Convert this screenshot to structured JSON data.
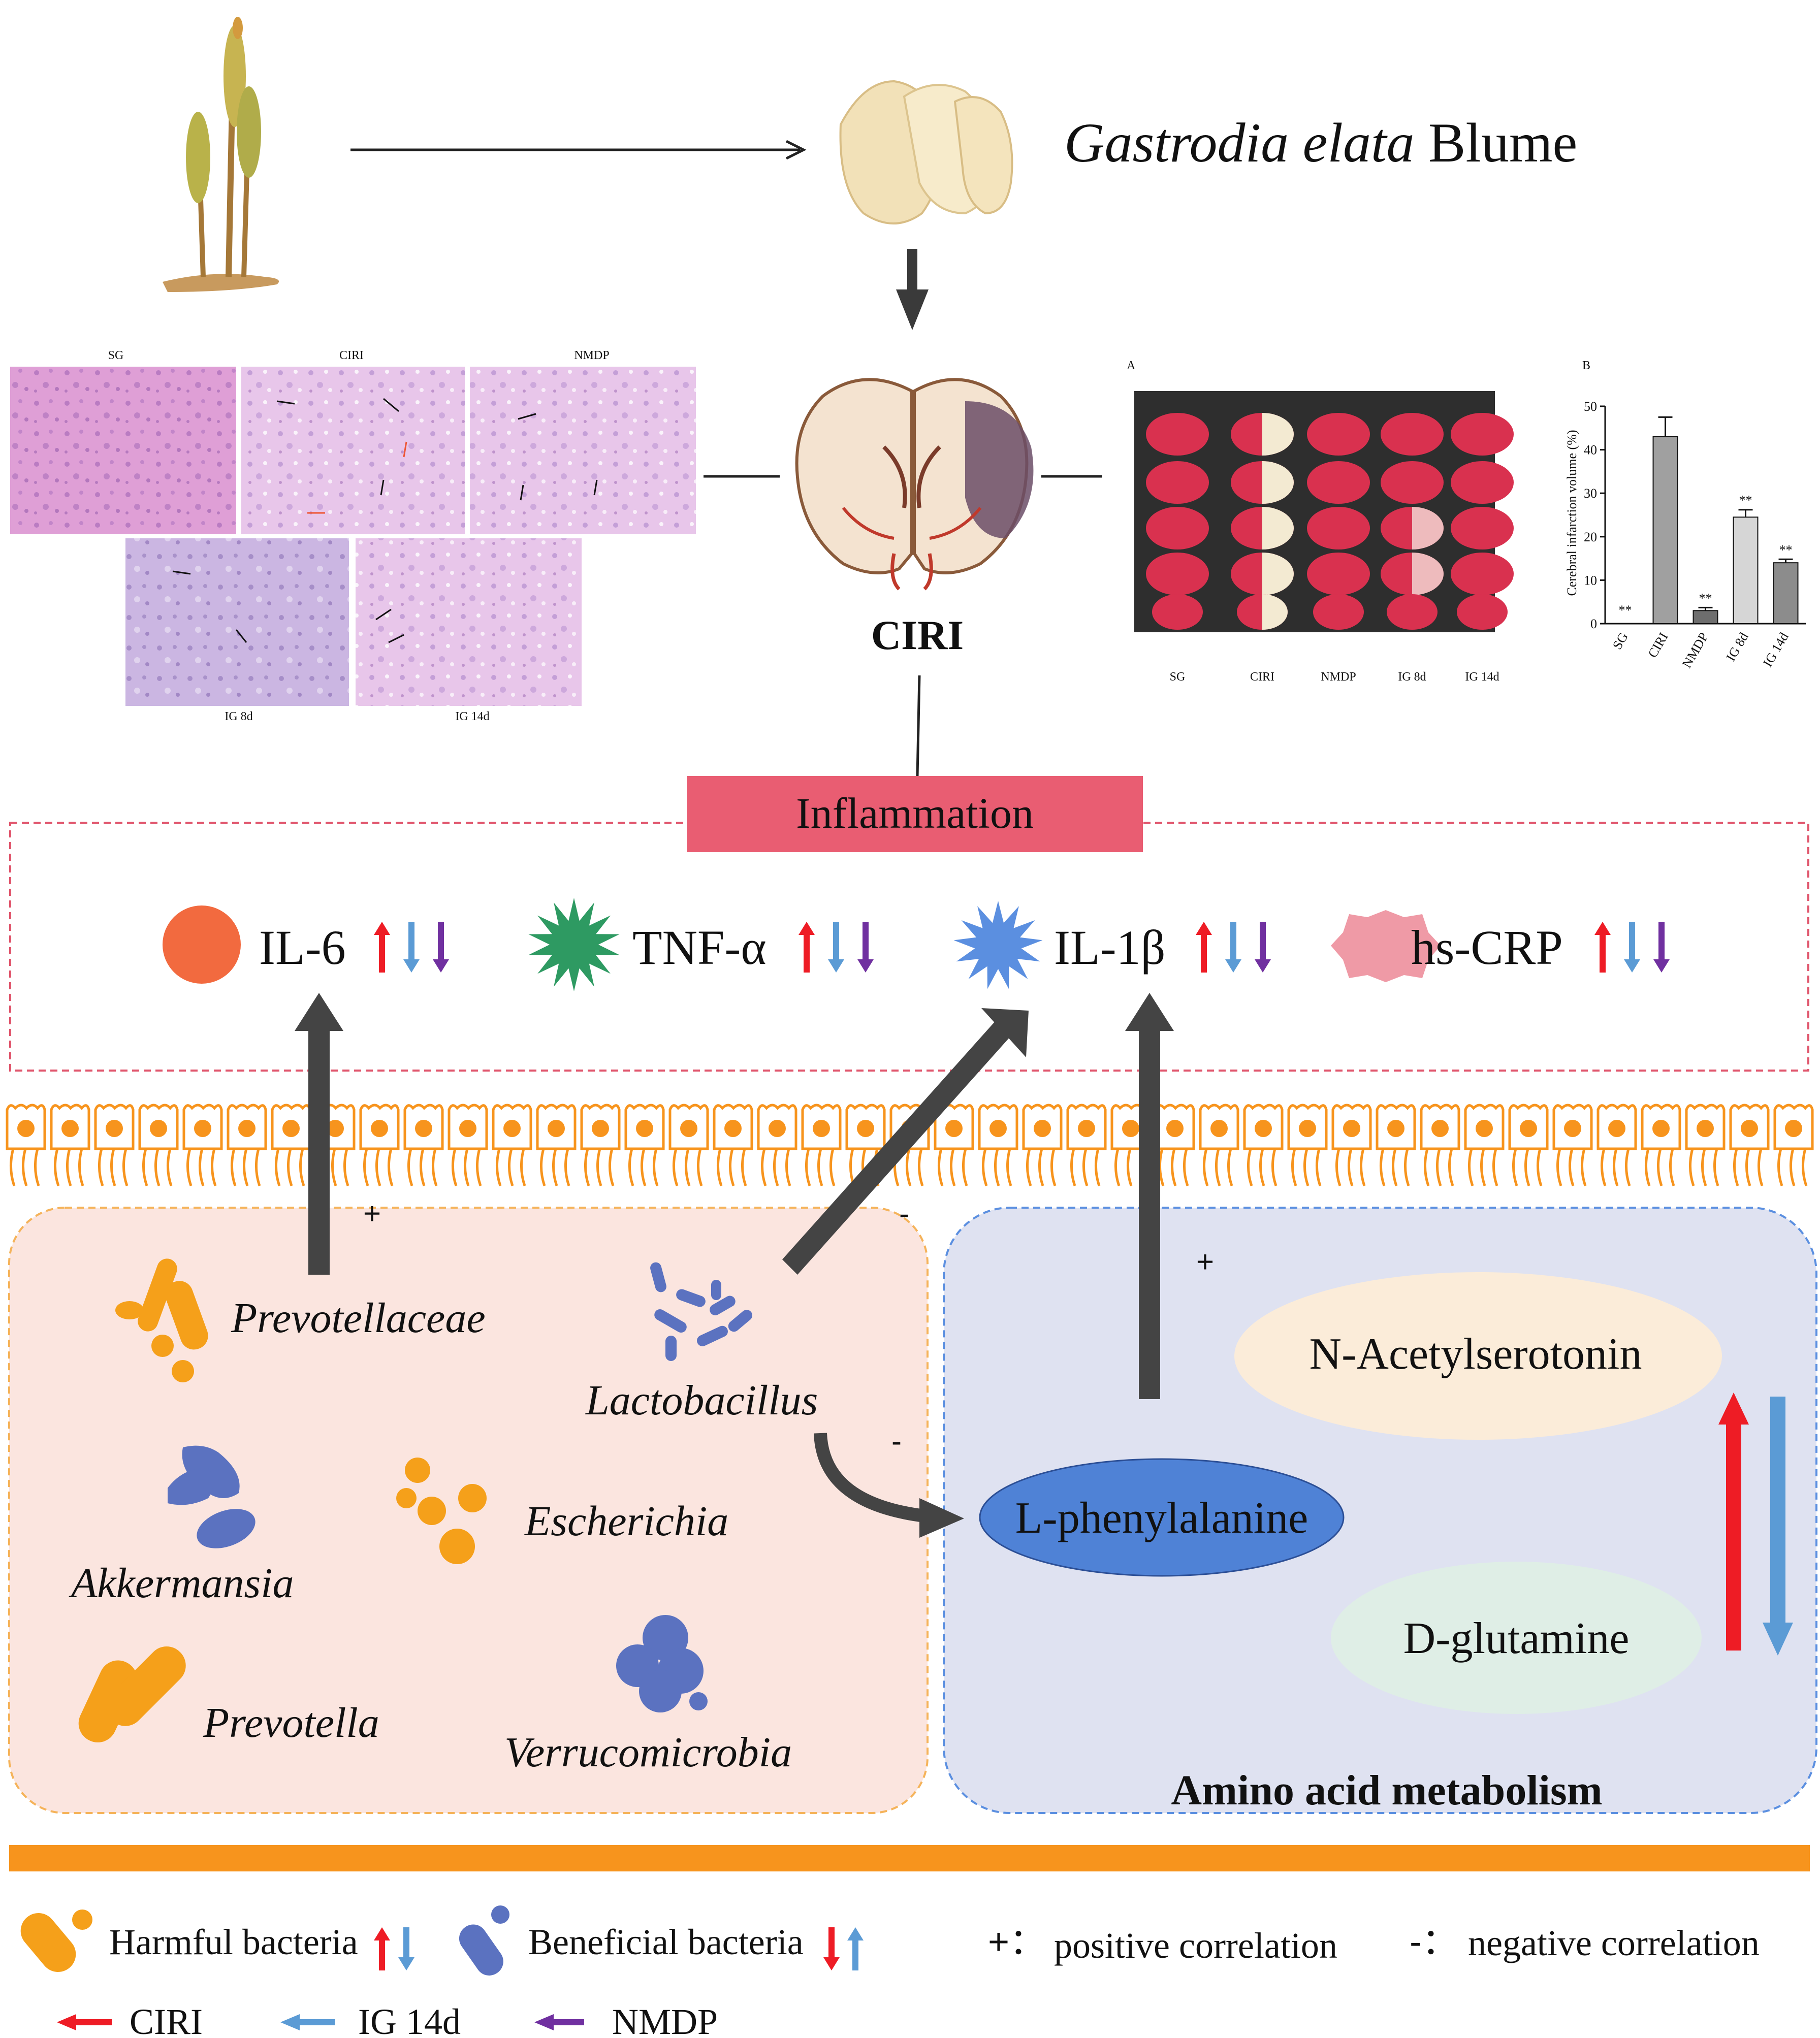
{
  "title": {
    "italic": "Gastrodia elata",
    "plain": " Blume"
  },
  "he_panels": {
    "labels": [
      "SG",
      "CIRI",
      "NMDP",
      "IG 8d",
      "IG 14d"
    ]
  },
  "brain": {
    "label": "CIRI"
  },
  "ttc": {
    "panel_label": "A",
    "group_labels": [
      "SG",
      "CIRI",
      "NMDP",
      "IG 8d",
      "IG 14d"
    ]
  },
  "chart_data": {
    "type": "bar",
    "panel_label": "B",
    "categories": [
      "SG",
      "CIRI",
      "NMDP",
      "IG 8d",
      "IG 14d"
    ],
    "values": [
      0,
      43,
      3,
      24.5,
      14
    ],
    "errors": [
      0,
      4.5,
      0.7,
      1.7,
      0.8
    ],
    "significance": [
      "**",
      "",
      "**",
      "**",
      "**"
    ],
    "ylabel": "Cerebral infarction volume (%)",
    "ylim": [
      0,
      50
    ],
    "yticks": [
      "0",
      "10",
      "20",
      "30",
      "40",
      "50"
    ],
    "bar_colors": [
      "#ffffff",
      "#a0a0a0",
      "#6e6e6e",
      "#d6d6d6",
      "#8c8c8c"
    ]
  },
  "inflammation": {
    "title": "Inflammation",
    "markers": [
      {
        "label": "IL-6",
        "icon": "orange-circle-icon",
        "color": "#f26a3f"
      },
      {
        "label": "TNF-α",
        "icon": "green-starburst-icon",
        "color": "#2e9a62"
      },
      {
        "label": "IL-1β",
        "icon": "blue-starburst-icon",
        "color": "#5b8fe0"
      },
      {
        "label": "hs-CRP",
        "icon": "pink-octagon-icon",
        "color": "#ef9aa6"
      }
    ]
  },
  "correlations": {
    "prevotellaceae_il6": "+",
    "lactobacillus_il1b": "-",
    "phenylalanine_il1b": "+",
    "lactobacillus_phenylalanine": "-"
  },
  "bacteria": [
    {
      "name": "Prevotellaceae",
      "type": "harmful"
    },
    {
      "name": "Lactobacillus",
      "type": "beneficial"
    },
    {
      "name": "Akkermansia",
      "type": "beneficial"
    },
    {
      "name": "Escherichia",
      "type": "harmful"
    },
    {
      "name": "Prevotella",
      "type": "harmful"
    },
    {
      "name": "Verrucomicrobia",
      "type": "beneficial"
    }
  ],
  "metabolism": {
    "title": "Amino acid metabolism",
    "metabolites": [
      "N-Acetylserotonin",
      "L-phenylalanine",
      "D-glutamine"
    ]
  },
  "legend": {
    "harmful": "Harmful bacteria",
    "beneficial": "Beneficial bacteria",
    "positive_symbol": "+：",
    "positive": "positive correlation",
    "negative_symbol": "-：",
    "negative": "negative correlation",
    "ciri": "CIRI",
    "ig14d": "IG 14d",
    "nmdp": "NMDP"
  },
  "colors": {
    "up_red": "#ee1c25",
    "down_blue": "#5b9bd5",
    "down_purple": "#7030a0",
    "harmful_orange": "#f5a01a",
    "beneficial_blue": "#5b72c0",
    "inflammation_box": "#e95d72",
    "gut_orange": "#f7941d",
    "gut_panel": "#fbe5df",
    "metab_panel": "#dfe2f1"
  }
}
